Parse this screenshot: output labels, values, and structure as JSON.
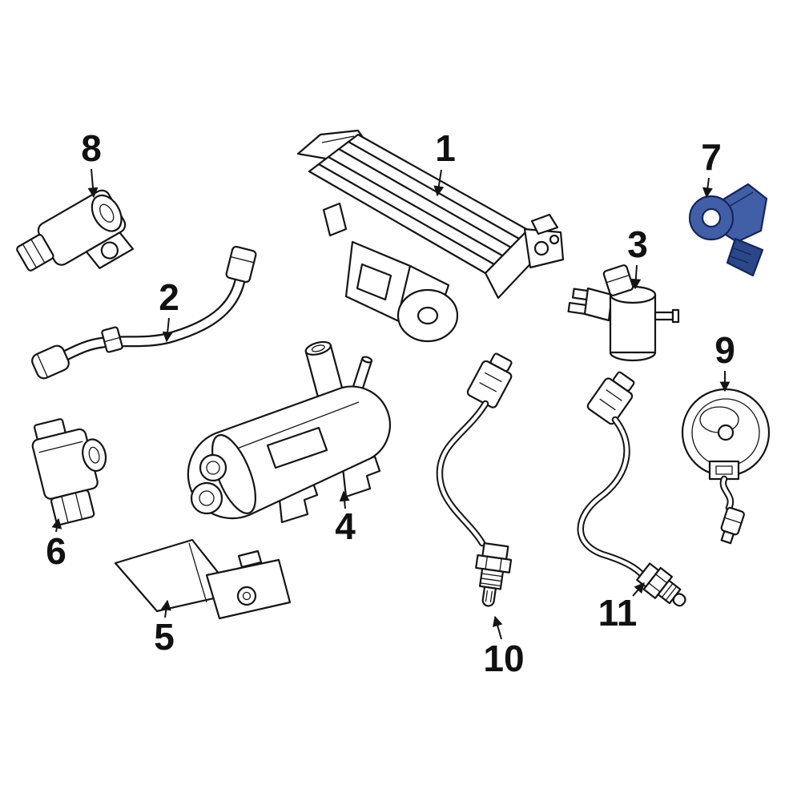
{
  "diagram": {
    "type": "parts-diagram",
    "background": "#ffffff",
    "colors": {
      "line": "#141414",
      "highlight": "#415fa6",
      "highlight_dark": "#2a4787"
    },
    "callouts": [
      {
        "number": "1",
        "highlighted": false
      },
      {
        "number": "2",
        "highlighted": false
      },
      {
        "number": "3",
        "highlighted": false
      },
      {
        "number": "4",
        "highlighted": false
      },
      {
        "number": "5",
        "highlighted": false
      },
      {
        "number": "6",
        "highlighted": false
      },
      {
        "number": "7",
        "highlighted": true
      },
      {
        "number": "8",
        "highlighted": false
      },
      {
        "number": "9",
        "highlighted": false
      },
      {
        "number": "10",
        "highlighted": false
      },
      {
        "number": "11",
        "highlighted": false
      }
    ]
  }
}
